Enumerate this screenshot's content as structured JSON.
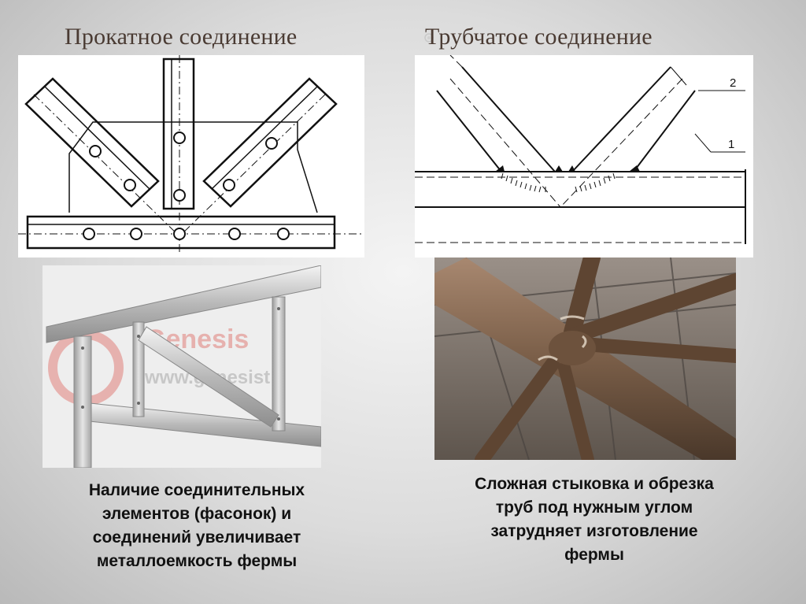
{
  "left": {
    "heading": "Прокатное соединение",
    "drawing": "rolled-joint-drawing",
    "photo": "rolled-truss-photo",
    "caption_lines": [
      "Наличие соединительных",
      "элементов (фасонок) и",
      "соединений увеличивает",
      "металлоемкость фермы"
    ],
    "watermark_name": "Genesis",
    "watermark_url": "www.genesist"
  },
  "right": {
    "heading": "Трубчатое соединение",
    "bullet_icon": "circle-bullet-icon",
    "drawing": "tubular-joint-drawing",
    "drawing_labels": [
      "2",
      "1"
    ],
    "photo": "tubular-node-photo",
    "caption_lines": [
      "Сложная стыковка и обрезка",
      "труб под нужным углом",
      "затрудняет изготовление",
      "фермы"
    ]
  },
  "colors": {
    "heading": "#4a3b33",
    "caption": "#111111",
    "steel": "#8a6e58",
    "watermark": "#d9433a"
  }
}
